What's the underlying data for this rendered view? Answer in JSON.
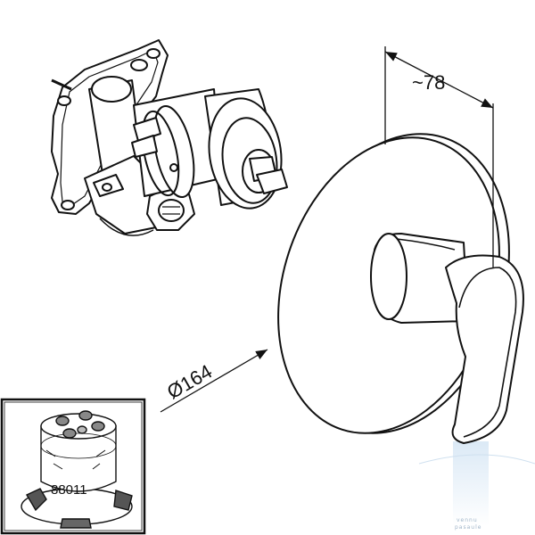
{
  "dimensions": {
    "depth_label": "~78",
    "diameter_label": "Ø164"
  },
  "inset": {
    "part_number": "88011"
  },
  "watermark": {
    "line1": "vennu",
    "line2": "pasaule"
  },
  "colors": {
    "stroke": "#111111",
    "background": "#ffffff",
    "watermark": "#b9d3ea"
  }
}
